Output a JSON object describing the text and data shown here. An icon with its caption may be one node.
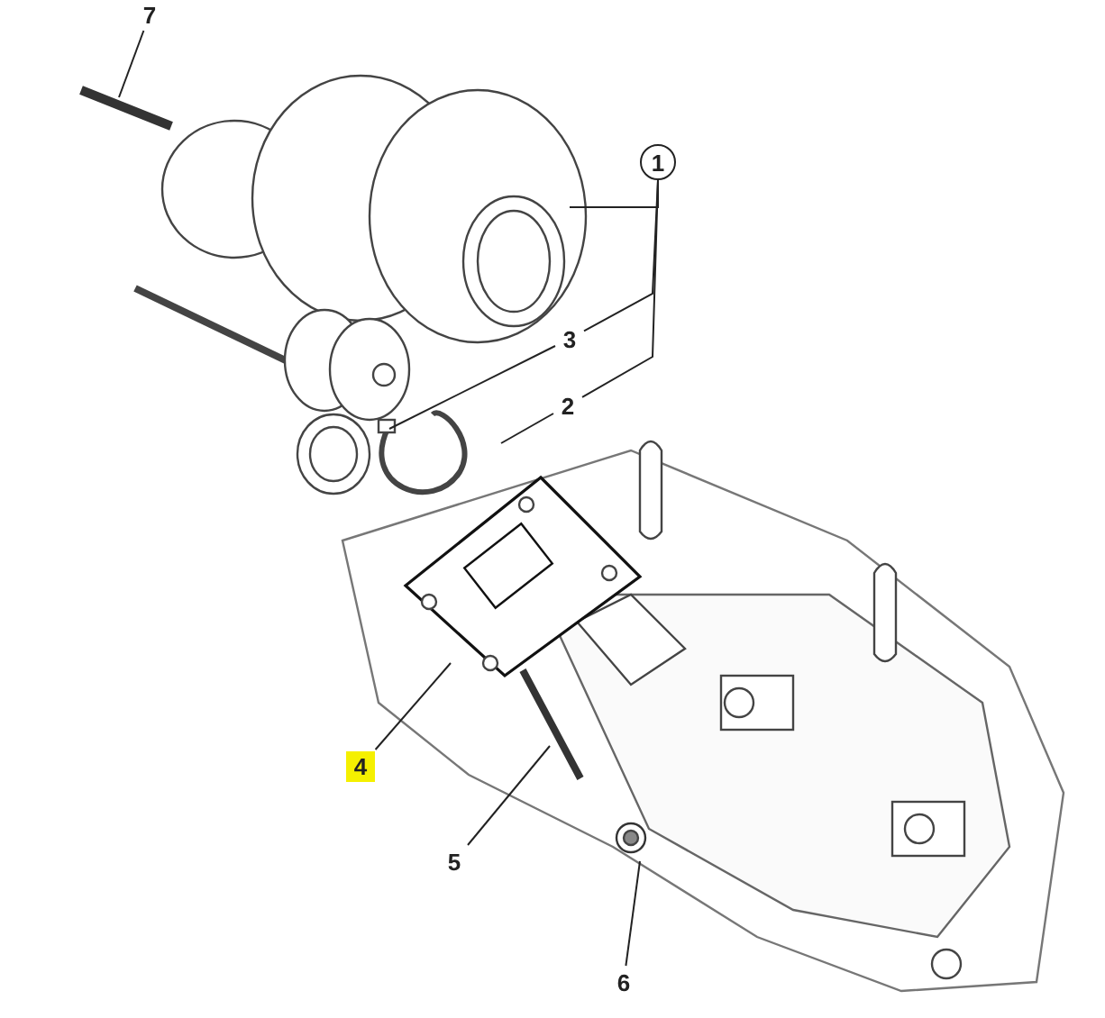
{
  "diagram": {
    "nodes": [
      {
        "text": [
          "7"
        ]
      },
      {
        "text": [
          "1"
        ]
      },
      {
        "text": [
          "3"
        ]
      },
      {
        "text": [
          "2"
        ]
      },
      {
        "text": [
          "4"
        ]
      },
      {
        "text": [
          "5"
        ]
      },
      {
        "text": [
          "6"
        ]
      }
    ],
    "edges": [
      {
        "from": 0,
        "to": null,
        "arrow": "none"
      },
      {
        "from": 1,
        "to": null,
        "arrow": "none"
      },
      {
        "from": 1,
        "to": 2,
        "arrow": "none"
      },
      {
        "from": 1,
        "to": 3,
        "arrow": "none"
      },
      {
        "from": 2,
        "to": null,
        "arrow": "none"
      },
      {
        "from": 3,
        "to": null,
        "arrow": "none"
      },
      {
        "from": 4,
        "to": null,
        "arrow": "none"
      },
      {
        "from": 5,
        "to": null,
        "arrow": "none"
      },
      {
        "from": 6,
        "to": null,
        "arrow": "none"
      }
    ]
  }
}
